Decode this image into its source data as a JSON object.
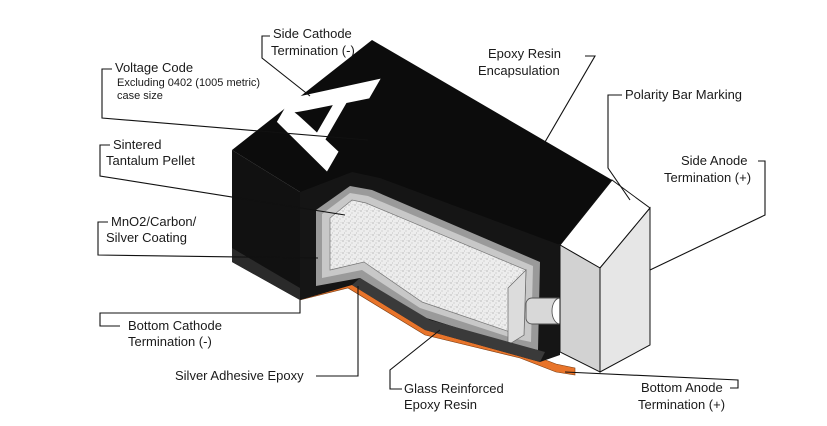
{
  "labels": {
    "side_cathode": [
      "Side Cathode",
      "Termination (-)"
    ],
    "voltage_code": [
      "Voltage Code",
      "Excluding 0402 (1005 metric)",
      "case size"
    ],
    "epoxy_resin": [
      "Epoxy Resin",
      "Encapsulation"
    ],
    "polarity_bar": [
      "Polarity Bar Marking"
    ],
    "sintered_pellet": [
      "Sintered",
      "Tantalum Pellet"
    ],
    "side_anode": [
      "Side Anode",
      "Termination (+)"
    ],
    "mno2_coating": [
      "MnO2/Carbon/",
      "Silver Coating"
    ],
    "bottom_cathode": [
      "Bottom Cathode",
      "Termination (-)"
    ],
    "silver_epoxy": [
      "Silver Adhesive Epoxy"
    ],
    "glass_epoxy": [
      "Glass Reinforced",
      "Epoxy Resin"
    ],
    "bottom_anode": [
      "Bottom Anode",
      "Termination (+)"
    ]
  },
  "voltage_code_letter": "A",
  "colors": {
    "encapsulation": "#111111",
    "encapsulation_top": "#0c0c0c",
    "anode_termination": "#e6e6e6",
    "anode_front": "#d2d2d2",
    "pellet": "#eeeeee",
    "coating": "#9a9a9a",
    "orange_termination": "#e8742a",
    "polarity_bar": "#ffffff"
  }
}
